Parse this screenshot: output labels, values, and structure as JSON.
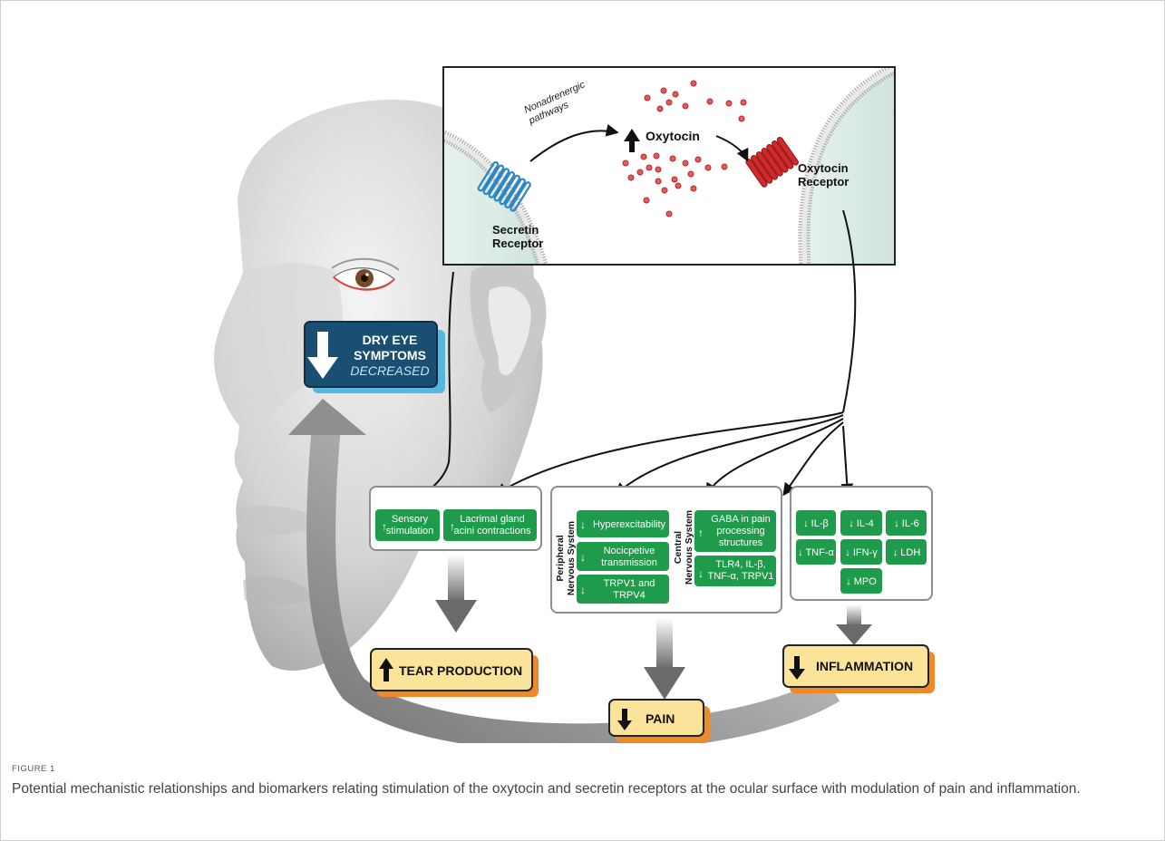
{
  "colors": {
    "green": "#1f9c4b",
    "dry_eye_box": "#1a4f72",
    "dry_eye_shadow": "#56b7e0",
    "outcome_box": "#fbe49a",
    "outcome_shadow": "#ef8a2a",
    "secretin_receptor": "#2a86c4",
    "oxytocin_receptor": "#d12a2a",
    "oxytocin_dots": "#e04a4a"
  },
  "inset": {
    "pathway_label": "Nonadrenergic\npathways",
    "oxytocin_label": "Oxytocin",
    "secretin_receptor_label": "Secretin\nReceptor",
    "oxytocin_receptor_label": "Oxytocin\nReceptor"
  },
  "dry_eye": {
    "line1": "DRY EYE",
    "line2": "SYMPTOMS",
    "line3": "DECREASED"
  },
  "tear_group": {
    "items": [
      "Sensory\nstimulation",
      "Lacrimal gland\nacini contractions"
    ]
  },
  "pain_group": {
    "peripheral_label": "Peripheral\nNervous System",
    "central_label": "Central\nNervous System",
    "peripheral_items": [
      "Hyperexcitability",
      "Nocicpetive\ntransmission",
      "TRPV1 and\nTRPV4"
    ],
    "central_items": [
      "GABA in pain\nprocessing\nstructures",
      "TLR4, IL-β,\nTNF-α, TRPV1"
    ]
  },
  "inflammation_group": {
    "items": [
      "IL-β",
      "IL-4",
      "IL-6",
      "TNF-α",
      "IFN-γ",
      "LDH",
      "MPO"
    ]
  },
  "outcomes": {
    "tear": "TEAR PRODUCTION",
    "pain": "PAIN",
    "inflammation": "INFLAMMATION"
  },
  "caption": {
    "label": "FIGURE 1",
    "text": "Potential mechanistic relationships and biomarkers relating stimulation of the oxytocin and secretin receptors at the ocular surface with modulation of pain and inflammation."
  }
}
